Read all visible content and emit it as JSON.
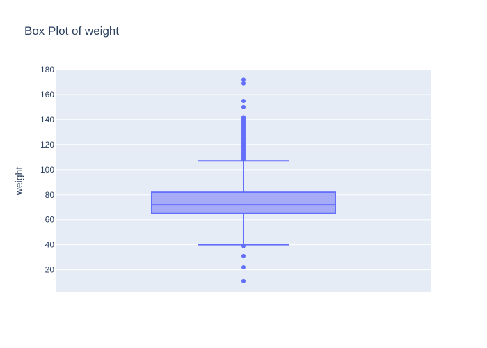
{
  "chart_data": {
    "type": "box",
    "title": "Box Plot of weight",
    "xlabel": "",
    "ylabel": "weight",
    "ylim": [
      2,
      180
    ],
    "yticks": [
      20,
      40,
      60,
      80,
      100,
      120,
      140,
      160,
      180
    ],
    "grid": true,
    "legend": "none",
    "box": {
      "lower_fence": 40,
      "q1": 65,
      "median": 72,
      "q3": 82,
      "upper_fence": 107,
      "outliers": [
        11,
        22,
        31,
        39,
        108,
        109,
        110,
        111,
        112,
        113,
        114,
        115,
        116,
        117,
        118,
        119,
        120,
        121,
        122,
        123,
        124,
        125,
        126,
        127,
        128,
        129,
        130,
        131,
        132,
        133,
        134,
        135,
        136,
        137,
        138,
        139,
        140,
        141,
        142,
        150,
        155,
        169,
        172
      ]
    },
    "colors": {
      "box_line": "#636efa",
      "box_fill": "#a6abf8",
      "plot_bg": "#e5ecf6",
      "grid": "#ffffff",
      "text": "#2a3f5f"
    }
  }
}
